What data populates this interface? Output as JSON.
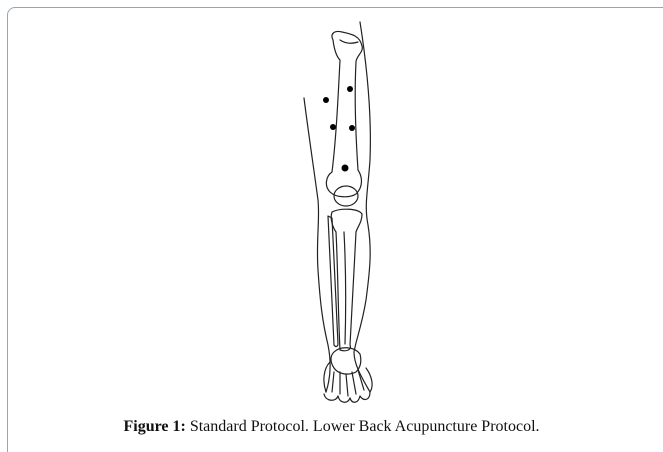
{
  "figure": {
    "caption_label": "Figure 1:",
    "caption_text": " Standard Protocol. Lower Back Acupuncture Protocol."
  },
  "colors": {
    "frame": "#8fa8b8",
    "line": "#222222",
    "point": "#000000"
  },
  "illustration": {
    "subject": "lower limb skeleton outline",
    "acupuncture_points": 5
  }
}
